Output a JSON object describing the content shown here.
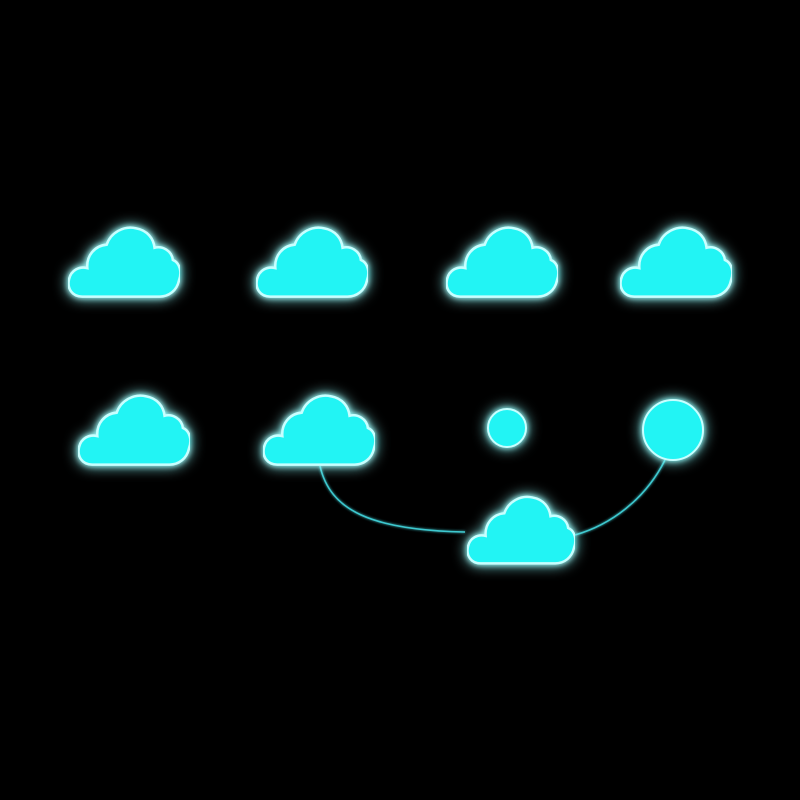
{
  "theme": {
    "background": "#000000",
    "node_fill": "#24f4f4",
    "node_outline": "#c8ffff",
    "glow": "#00e5ff",
    "line": "#3ec8cf"
  },
  "diagram": {
    "nodes": [
      {
        "id": "cloud-r1-1",
        "shape": "cloud-icon"
      },
      {
        "id": "cloud-r1-2",
        "shape": "cloud-icon"
      },
      {
        "id": "cloud-r1-3",
        "shape": "cloud-icon"
      },
      {
        "id": "cloud-r1-4",
        "shape": "cloud-icon"
      },
      {
        "id": "cloud-r2-1",
        "shape": "cloud-icon"
      },
      {
        "id": "cloud-r2-2",
        "shape": "cloud-icon"
      },
      {
        "id": "junction-small",
        "shape": "circle-icon"
      },
      {
        "id": "junction-large",
        "shape": "circle-icon"
      },
      {
        "id": "cloud-bottom",
        "shape": "cloud-icon"
      }
    ],
    "edges": [
      {
        "from": "cloud-r1-1",
        "to": "cloud-r1-2",
        "arrow": true
      },
      {
        "from": "cloud-r1-2",
        "to": "cloud-r1-3",
        "arrow": true
      },
      {
        "from": "cloud-r1-3",
        "to": "cloud-r1-4",
        "arrow": true
      },
      {
        "from": "cloud-r1-1",
        "to": "cloud-r2-1",
        "arrow": false
      },
      {
        "from": "cloud-r1-2",
        "to": "cloud-r2-2",
        "arrow": false
      },
      {
        "from": "cloud-r1-3",
        "to": "junction-small",
        "arrow": false
      },
      {
        "from": "cloud-r1-4",
        "to": "junction-large",
        "arrow": true
      },
      {
        "from": "cloud-r2-1",
        "to": "cloud-r2-2",
        "arrow": true
      },
      {
        "from": "cloud-r2-2",
        "to": "junction-small",
        "arrow": true
      },
      {
        "from": "junction-small",
        "to": "junction-large",
        "arrow": true
      },
      {
        "from": "junction-small",
        "to": "cloud-bottom",
        "arrow": false
      },
      {
        "from": "cloud-r2-2",
        "to": "cloud-bottom",
        "arrow": false
      },
      {
        "from": "junction-large",
        "to": "cloud-bottom",
        "arrow": false
      }
    ]
  }
}
